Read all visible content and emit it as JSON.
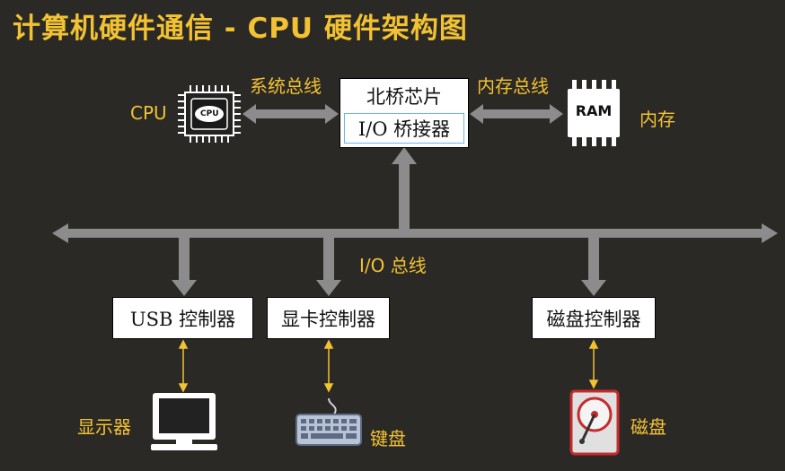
{
  "title": "计算机硬件通信 - CPU 硬件架构图",
  "colors": {
    "background": "#2b2926",
    "accent": "#f2c232",
    "arrow": "#8c8c8c",
    "connector": "#f2c232"
  },
  "cpu": {
    "label": "CPU",
    "chip_text": "CPU",
    "icon": "cpu-chip-icon"
  },
  "system_bus": {
    "label": "系统总线"
  },
  "northbridge": {
    "title": "北桥芯片",
    "sub": "I/O 桥接器"
  },
  "memory_bus": {
    "label": "内存总线"
  },
  "ram": {
    "chip_text": "RAM",
    "label": "内存",
    "icon": "ram-module-icon"
  },
  "io_bus": {
    "label": "I/O 总线"
  },
  "controllers": {
    "usb": "USB 控制器",
    "gpu": "显卡控制器",
    "disk": "磁盘控制器"
  },
  "devices": {
    "monitor": {
      "label": "显示器",
      "icon": "monitor-icon"
    },
    "keyboard": {
      "label": "键盘",
      "icon": "keyboard-icon"
    },
    "disk": {
      "label": "磁盘",
      "icon": "hard-disk-icon"
    }
  }
}
